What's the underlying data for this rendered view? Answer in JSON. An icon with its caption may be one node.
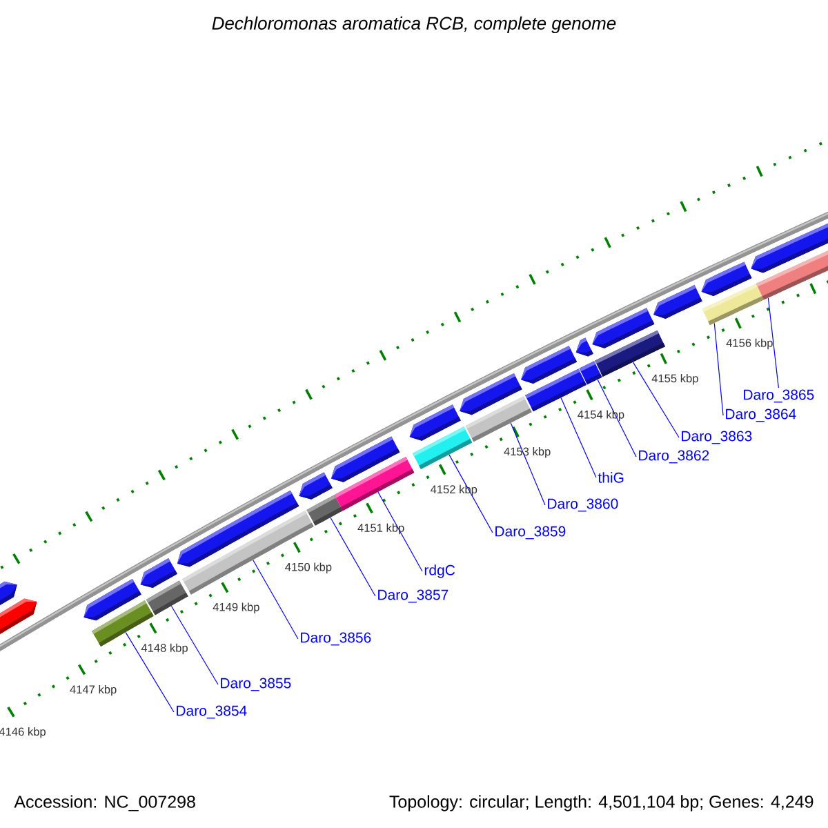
{
  "diagram": {
    "title": "Dechloromonas aromatica RCB, complete genome",
    "nodes": [
      {
        "text": [
          "Daro_3854"
        ]
      },
      {
        "text": [
          "Daro_3855"
        ]
      },
      {
        "text": [
          "Daro_3856"
        ]
      },
      {
        "text": [
          "Daro_3857"
        ]
      },
      {
        "text": [
          "rdgC"
        ]
      },
      {
        "text": [
          "Daro_3859"
        ]
      },
      {
        "text": [
          "Daro_3860"
        ]
      },
      {
        "text": [
          "thiG"
        ]
      },
      {
        "text": [
          "Daro_3862"
        ]
      },
      {
        "text": [
          "Daro_3863"
        ]
      },
      {
        "text": [
          "Daro_3864"
        ]
      },
      {
        "text": [
          "Daro_3865"
        ]
      },
      {
        "text": [],
        "shape": "bar"
      },
      {
        "text": [],
        "shape": "bar"
      },
      {
        "text": [],
        "shape": "bar"
      },
      {
        "text": [],
        "shape": "bar"
      },
      {
        "text": [],
        "shape": "bar"
      },
      {
        "text": [],
        "shape": "bar"
      },
      {
        "text": [],
        "shape": "bar"
      },
      {
        "text": [],
        "shape": "bar"
      },
      {
        "text": [],
        "shape": "bar"
      },
      {
        "text": [],
        "shape": "bar"
      },
      {
        "text": [],
        "shape": "bar"
      },
      {
        "text": [],
        "shape": "bar"
      }
    ],
    "edges": [
      {
        "from": 0,
        "to": 12,
        "arrow": "none"
      },
      {
        "from": 1,
        "to": 13,
        "arrow": "none"
      },
      {
        "from": 2,
        "to": 14,
        "arrow": "none"
      },
      {
        "from": 3,
        "to": 15,
        "arrow": "none"
      },
      {
        "from": 4,
        "to": 16,
        "arrow": "none"
      },
      {
        "from": 5,
        "to": 17,
        "arrow": "none"
      },
      {
        "from": 6,
        "to": 18,
        "arrow": "none"
      },
      {
        "from": 7,
        "to": 19,
        "arrow": "none"
      },
      {
        "from": 8,
        "to": 20,
        "arrow": "none"
      },
      {
        "from": 9,
        "to": 21,
        "arrow": "none"
      },
      {
        "from": 10,
        "to": 22,
        "arrow": "none"
      },
      {
        "from": 11,
        "to": 23,
        "arrow": "none"
      }
    ],
    "labels": [
      "4146 kbp",
      "4147 kbp",
      "4148 kbp",
      "4149 kbp",
      "4150 kbp",
      "4151 kbp",
      "4152 kbp",
      "4153 kbp",
      "4154 kbp",
      "4155 kbp",
      "4156 kbp",
      "Accession: NC_007298",
      "Topology: circular; Length: 4,501,104 bp; Genes: 4,249"
    ]
  }
}
